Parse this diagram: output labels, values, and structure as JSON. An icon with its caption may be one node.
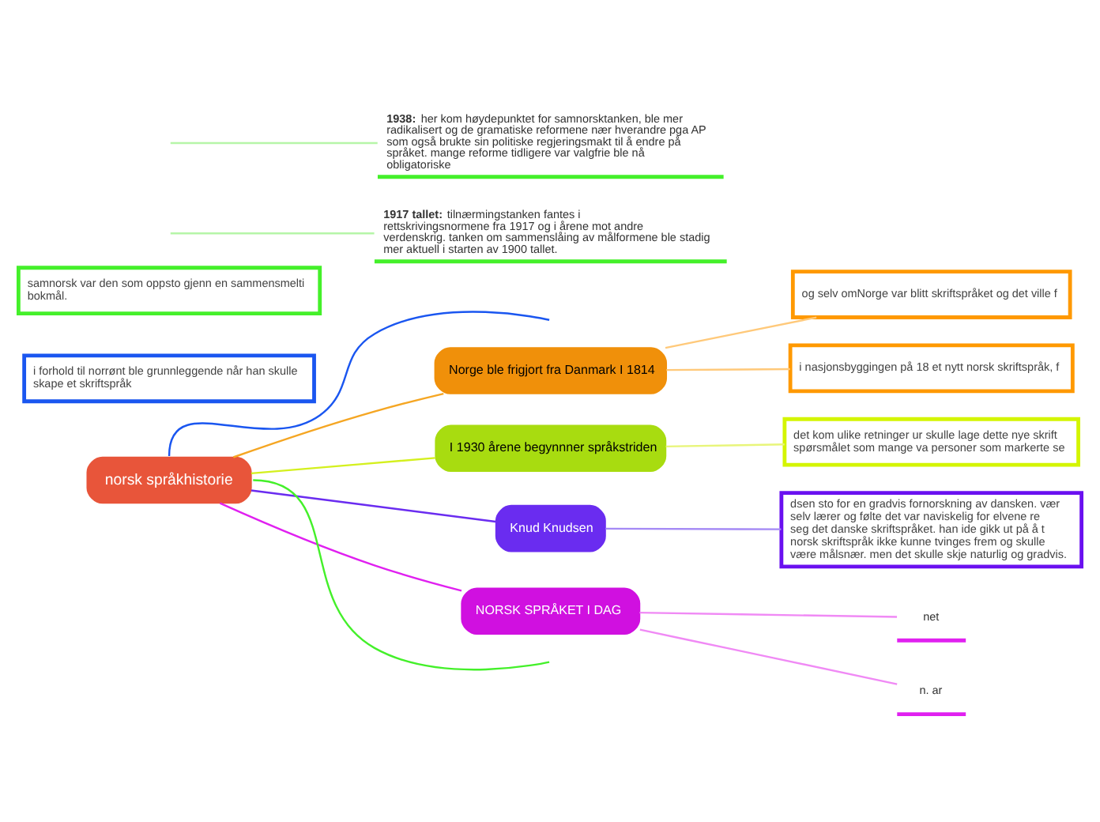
{
  "diagram": {
    "nodes": [
      {
        "text": [
          "norsk språkhistorie"
        ]
      },
      {
        "text": [
          "Norge ble frigjort fra Danmark I 1814"
        ]
      },
      {
        "text": [
          "og selv omNorge var blitt skriftspråket og det ville f"
        ]
      },
      {
        "text": [
          "i nasjonsbyggingen på 18 et nytt norsk skriftspråk, f"
        ]
      },
      {
        "text": [
          "I 1930 årene begynnner språkstriden"
        ]
      },
      {
        "text": [
          "det kom ulike retninger ur skulle lage dette nye skrift spørsmålet som mange va personer som markerte se"
        ]
      },
      {
        "text": [
          "Knud Knudsen"
        ]
      },
      {
        "text": [
          "dsen sto for en gradvis fornorskning av dansken. vær selv lærer og følte det var naviskelig for elvene re seg det danske skriftspråket. han ide gikk ut på å t norsk skriftspråk ikke kunne tvinges frem og skulle være målsnær. men det skulle skje naturlig og gradvis."
        ]
      },
      {
        "text": [
          "i forhold til norrønt ble grunnleggende når han skulle skape et skriftspråk"
        ]
      },
      {
        "text": [
          "samnorsk var den som oppsto gjenn en sammensmelti bokmål."
        ]
      },
      {
        "text": [
          "**1917 tallet:** tilnærmingstanken fantes i rettskrivingsnormene fra 1917 og i årene mot andre verdenskrig. tanken om sammenslåing av målformene ble stadig mer aktuell i starten av 1900 tallet."
        ]
      },
      {
        "text": [
          "**1938:** her kom høydepunktet for samnorsktanken, ble mer radikalisert og de gramatiske reformene nær hverandre pga AP som også brukte sin politiske regjeringsmakt til å endre på språket. mange reforme tidligere var valgfrie ble nå obligatoriske"
        ]
      },
      {
        "text": [
          "NORSK SPRÅKET I DAG"
        ]
      },
      {
        "text": [
          "net"
        ]
      },
      {
        "text": [
          "n. ar"
        ]
      }
    ],
    "edges": [
      {
        "from": 0,
        "to": 1,
        "arrow": "none",
        "color": "#f5a623"
      },
      {
        "from": 1,
        "to": 2,
        "arrow": "none",
        "color": "#ffc97a"
      },
      {
        "from": 1,
        "to": 3,
        "arrow": "none",
        "color": "#ffc97a"
      },
      {
        "from": 0,
        "to": 4,
        "arrow": "none",
        "color": "#d4f01e"
      },
      {
        "from": 4,
        "to": 5,
        "arrow": "none",
        "color": "#e8f57a"
      },
      {
        "from": 0,
        "to": 6,
        "arrow": "none",
        "color": "#6a2cf0"
      },
      {
        "from": 6,
        "to": 7,
        "arrow": "none",
        "color": "#a58af5"
      },
      {
        "from": 0,
        "to": null,
        "arrow": "none",
        "color": "#1a56f0"
      },
      {
        "from": 0,
        "to": null,
        "arrow": "none",
        "color": "#44f02a"
      },
      {
        "from": null,
        "to": 10,
        "arrow": "none",
        "color": "#b6f5a8"
      },
      {
        "from": null,
        "to": 11,
        "arrow": "none",
        "color": "#b6f5a8"
      },
      {
        "from": 0,
        "to": 12,
        "arrow": "none",
        "color": "#e020f0"
      },
      {
        "from": 12,
        "to": 13,
        "arrow": "none",
        "color": "#f08af5"
      },
      {
        "from": 12,
        "to": 14,
        "arrow": "none",
        "color": "#f08af5"
      }
    ]
  }
}
